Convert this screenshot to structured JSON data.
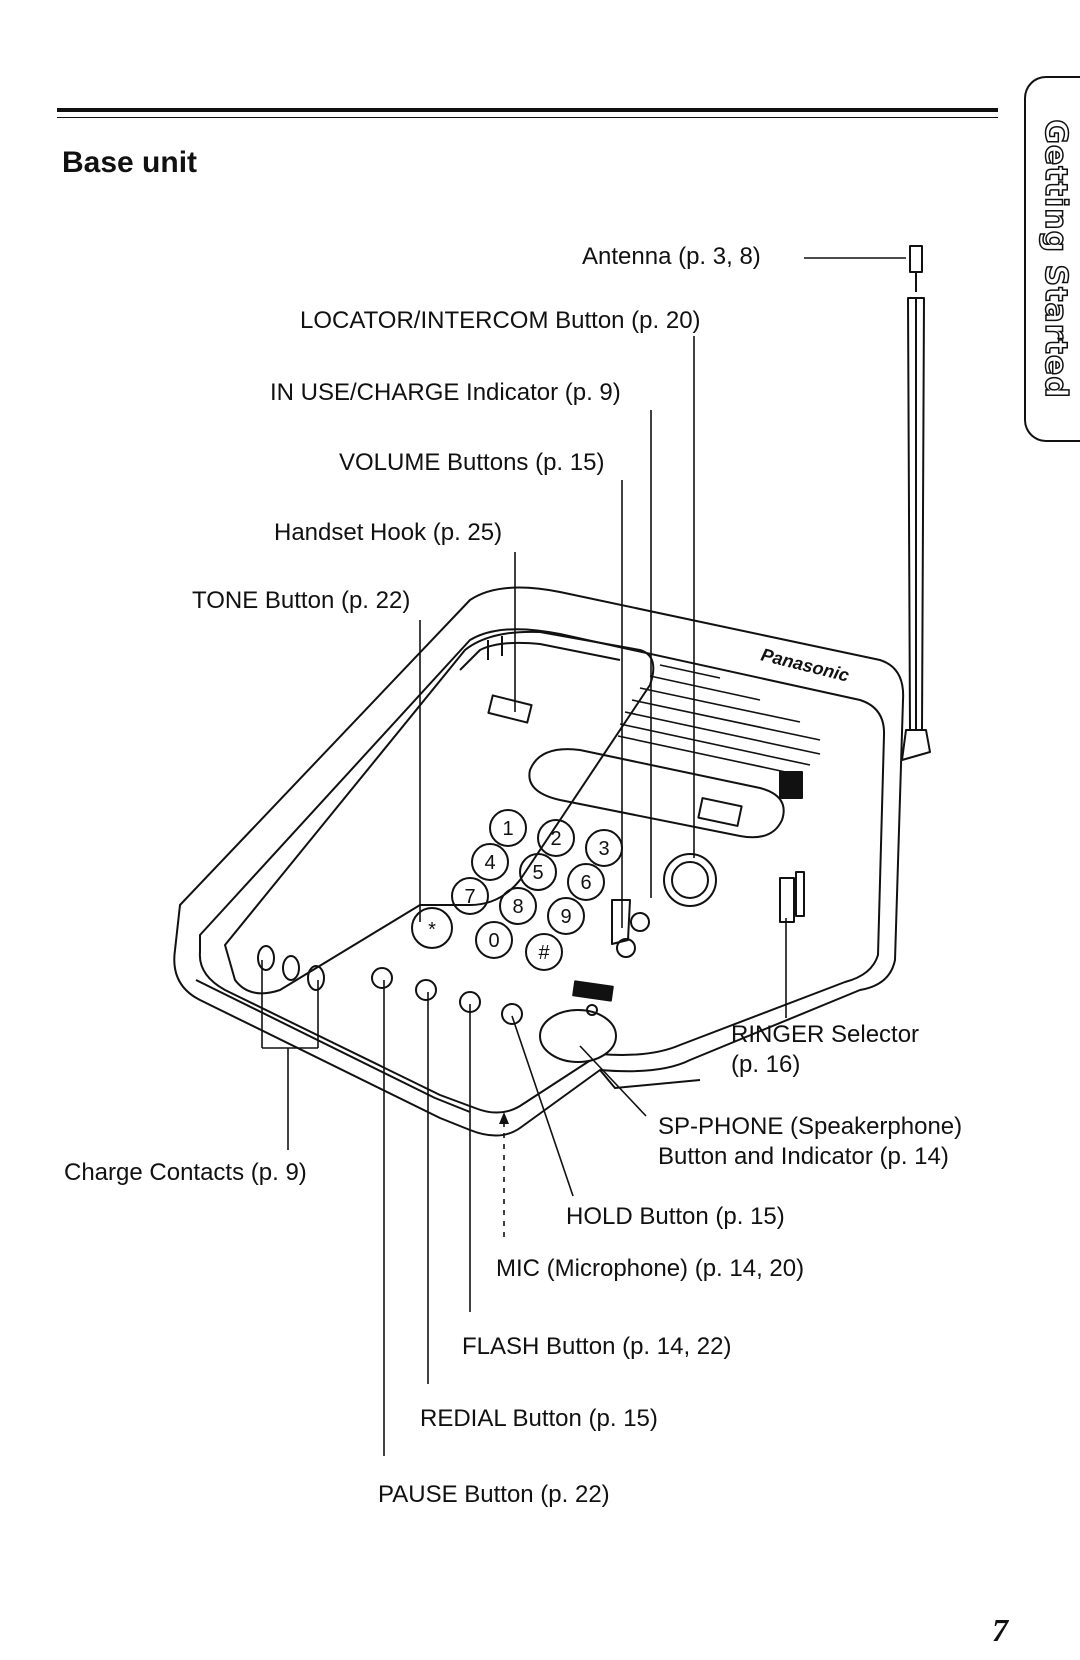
{
  "section_heading": "Base unit",
  "side_tab": "Getting Started",
  "brand": "Panasonic",
  "labels": {
    "antenna": "Antenna (p. 3, 8)",
    "locator": "LOCATOR/INTERCOM Button (p. 20)",
    "in_use": "IN USE/CHARGE Indicator (p. 9)",
    "volume": "VOLUME Buttons (p. 15)",
    "hook": "Handset Hook (p. 25)",
    "tone": "TONE Button (p. 22)",
    "ringer_1": "RINGER Selector",
    "ringer_2": "(p. 16)",
    "sp_phone_1": "SP-PHONE (Speakerphone)",
    "sp_phone_2": "Button and Indicator (p. 14)",
    "charge": "Charge Contacts (p. 9)",
    "hold": "HOLD Button (p. 15)",
    "mic": "MIC (Microphone) (p. 14, 20)",
    "flash": "FLASH Button (p. 14, 22)",
    "redial": "REDIAL Button (p. 15)",
    "pause": "PAUSE Button (p. 22)"
  },
  "keypad": [
    "1",
    "2",
    "3",
    "4",
    "5",
    "6",
    "7",
    "8",
    "9",
    "*",
    "0",
    "#"
  ],
  "page_number": "7"
}
